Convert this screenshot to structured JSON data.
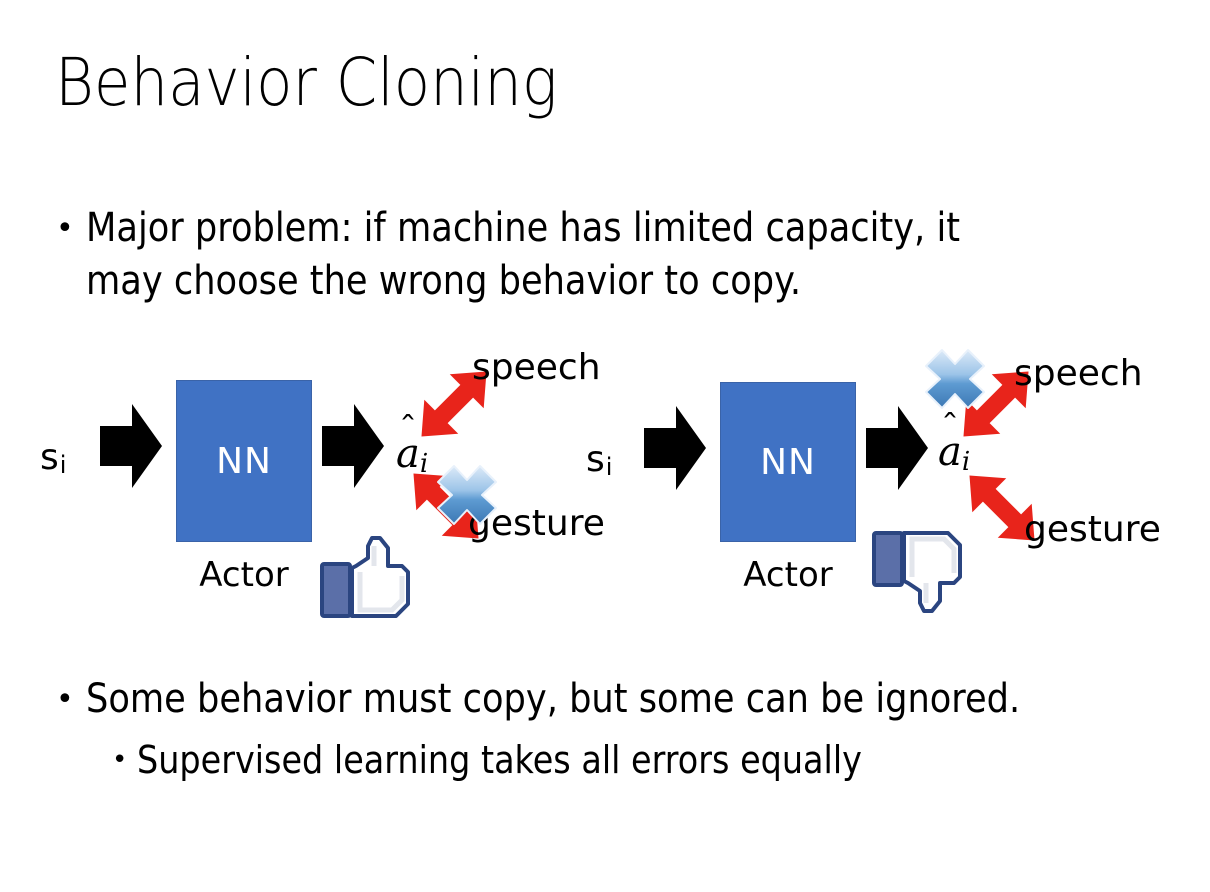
{
  "slide": {
    "title": "Behavior Cloning",
    "background_color": "#FFFFFF"
  },
  "bullets": {
    "top": "Major problem: if machine has limited capacity, it may choose the wrong behavior to copy.",
    "bottom_primary": "Some behavior must copy, but some can be ignored.",
    "bottom_secondary": "Supervised learning takes all errors equally",
    "marker": "•"
  },
  "colors": {
    "nn_box_fill": "#4072C4",
    "nn_box_border": "#3A63A8",
    "nn_label": "#FFFFFF",
    "arrow_black": "#000000",
    "arrow_red": "#E8241B",
    "x_blue_light": "#CFE2F5",
    "x_blue_mid": "#6FA8DC",
    "x_blue_dark": "#3C78B4",
    "thumb_outline": "#3B5998",
    "thumb_sleeve": "#5B6FA8",
    "thumb_fill": "#FFFFFF",
    "text": "#000000"
  },
  "diagrams": [
    {
      "id": "left",
      "state_label": "s",
      "state_subscript": "i",
      "nn_label": "NN",
      "actor_label": "Actor",
      "action_label": "a",
      "action_subscript": "i",
      "branches": [
        {
          "name": "speech",
          "direction": "up-right",
          "blocked": false
        },
        {
          "name": "gesture",
          "direction": "down-right",
          "blocked": true
        }
      ],
      "feedback_icon": "thumbs-up",
      "blocked_branch": "gesture"
    },
    {
      "id": "right",
      "state_label": "s",
      "state_subscript": "i",
      "nn_label": "NN",
      "actor_label": "Actor",
      "action_label": "a",
      "action_subscript": "i",
      "branches": [
        {
          "name": "speech",
          "direction": "up-right",
          "blocked": true
        },
        {
          "name": "gesture",
          "direction": "down-right",
          "blocked": false
        }
      ],
      "feedback_icon": "thumbs-down",
      "blocked_branch": "speech"
    }
  ]
}
